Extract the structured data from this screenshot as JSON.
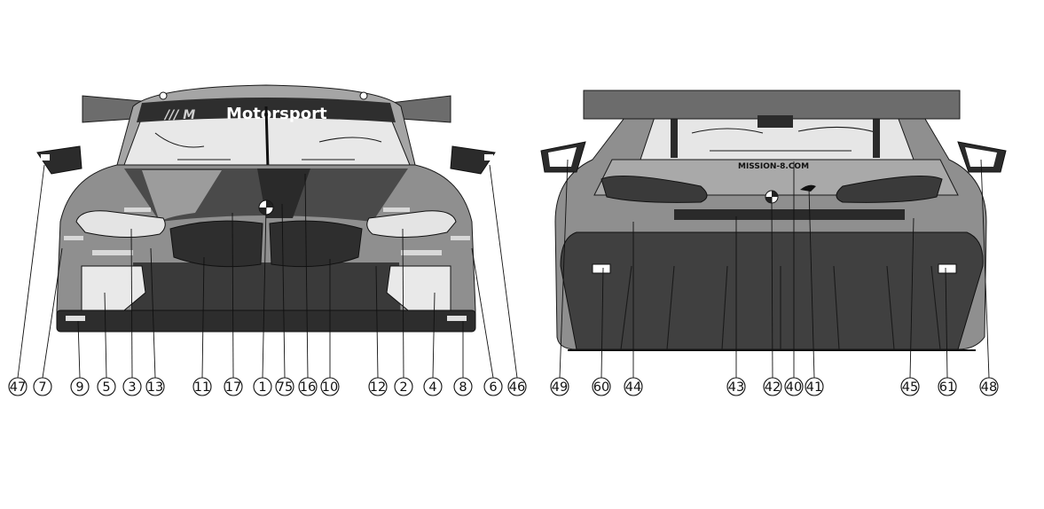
{
  "front": {
    "windshield_text": "Motorsport",
    "callouts": [
      "47",
      "7",
      "9",
      "5",
      "3",
      "13",
      "11",
      "17",
      "1",
      "75",
      "16",
      "10",
      "12",
      "2",
      "4",
      "8",
      "6",
      "46"
    ]
  },
  "rear": {
    "tail_text": "MISSION-8.COM",
    "callouts": [
      "49",
      "60",
      "44",
      "43",
      "42",
      "40",
      "41",
      "45",
      "61",
      "48"
    ]
  },
  "colors": {
    "body": "#8f8f8f",
    "body_light": "#b9b9b9",
    "dark": "#3d3d3d",
    "darker": "#262626",
    "wing": "#6c6c6c"
  }
}
